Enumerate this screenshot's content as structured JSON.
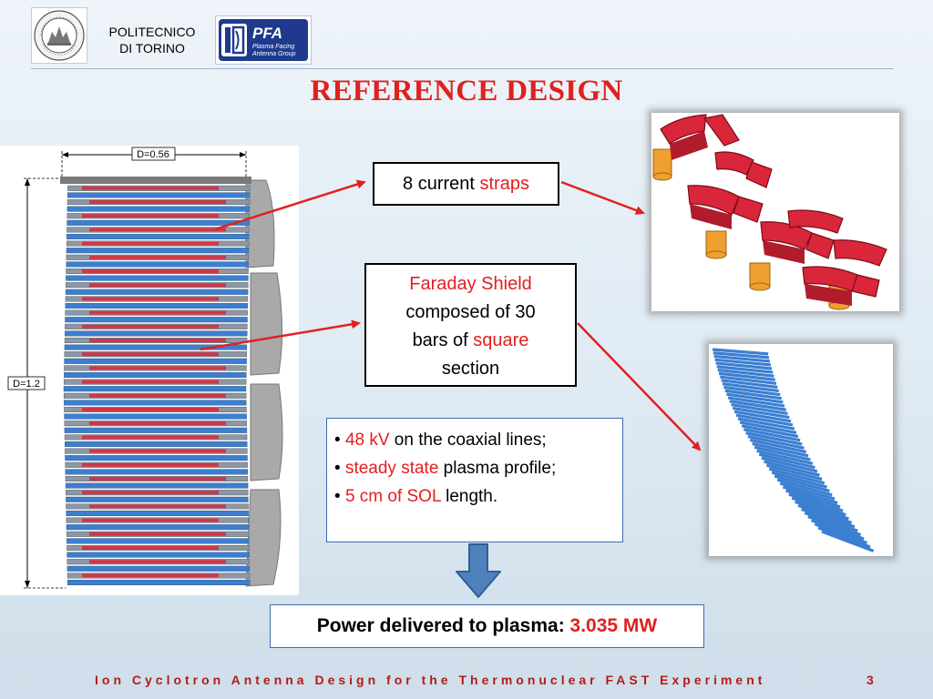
{
  "header": {
    "university": [
      "POLITECNICO",
      "DI TORINO"
    ],
    "seal_text": "POLITECNICO DI TORINO",
    "pfa_logo": {
      "title": "PFA",
      "line1": "Plasma Facing",
      "line2": "Antenna Group"
    }
  },
  "title": "REFERENCE DESIGN",
  "dimensions": {
    "width_label": "D=0.56",
    "height_label": "D=1.2"
  },
  "straps_callout": {
    "text": "8 current ",
    "highlight": "straps"
  },
  "faraday_callout": {
    "line1": "Faraday Shield",
    "line2": "composed of 30",
    "line3_text": "bars of ",
    "line3_highlight": "square",
    "line4": "section"
  },
  "params": [
    {
      "bullet": "•",
      "highlight": "48 kV",
      "text": " on the coaxial lines;"
    },
    {
      "bullet": "•",
      "highlight": "steady state",
      "text": " plasma profile;"
    },
    {
      "bullet": "•",
      "highlight": "5 cm of SOL",
      "text": " length."
    }
  ],
  "power": {
    "label": "Power delivered to plasma: ",
    "value": "3.035 MW"
  },
  "footer": {
    "text": "Ion Cyclotron Antenna Design for the Thermonuclear FAST Experiment",
    "page": "3"
  },
  "colors": {
    "accent_red": "#e1201f",
    "footer_red": "#b31b1b",
    "box_blue": "#3d6cb0",
    "bar_blue": "#3b7fd1",
    "strap_red": "#d9263a",
    "connector_orange": "#f0a030"
  },
  "icons": {
    "arrows": "red-arrow",
    "down_arrow": "blue-down-arrow"
  }
}
